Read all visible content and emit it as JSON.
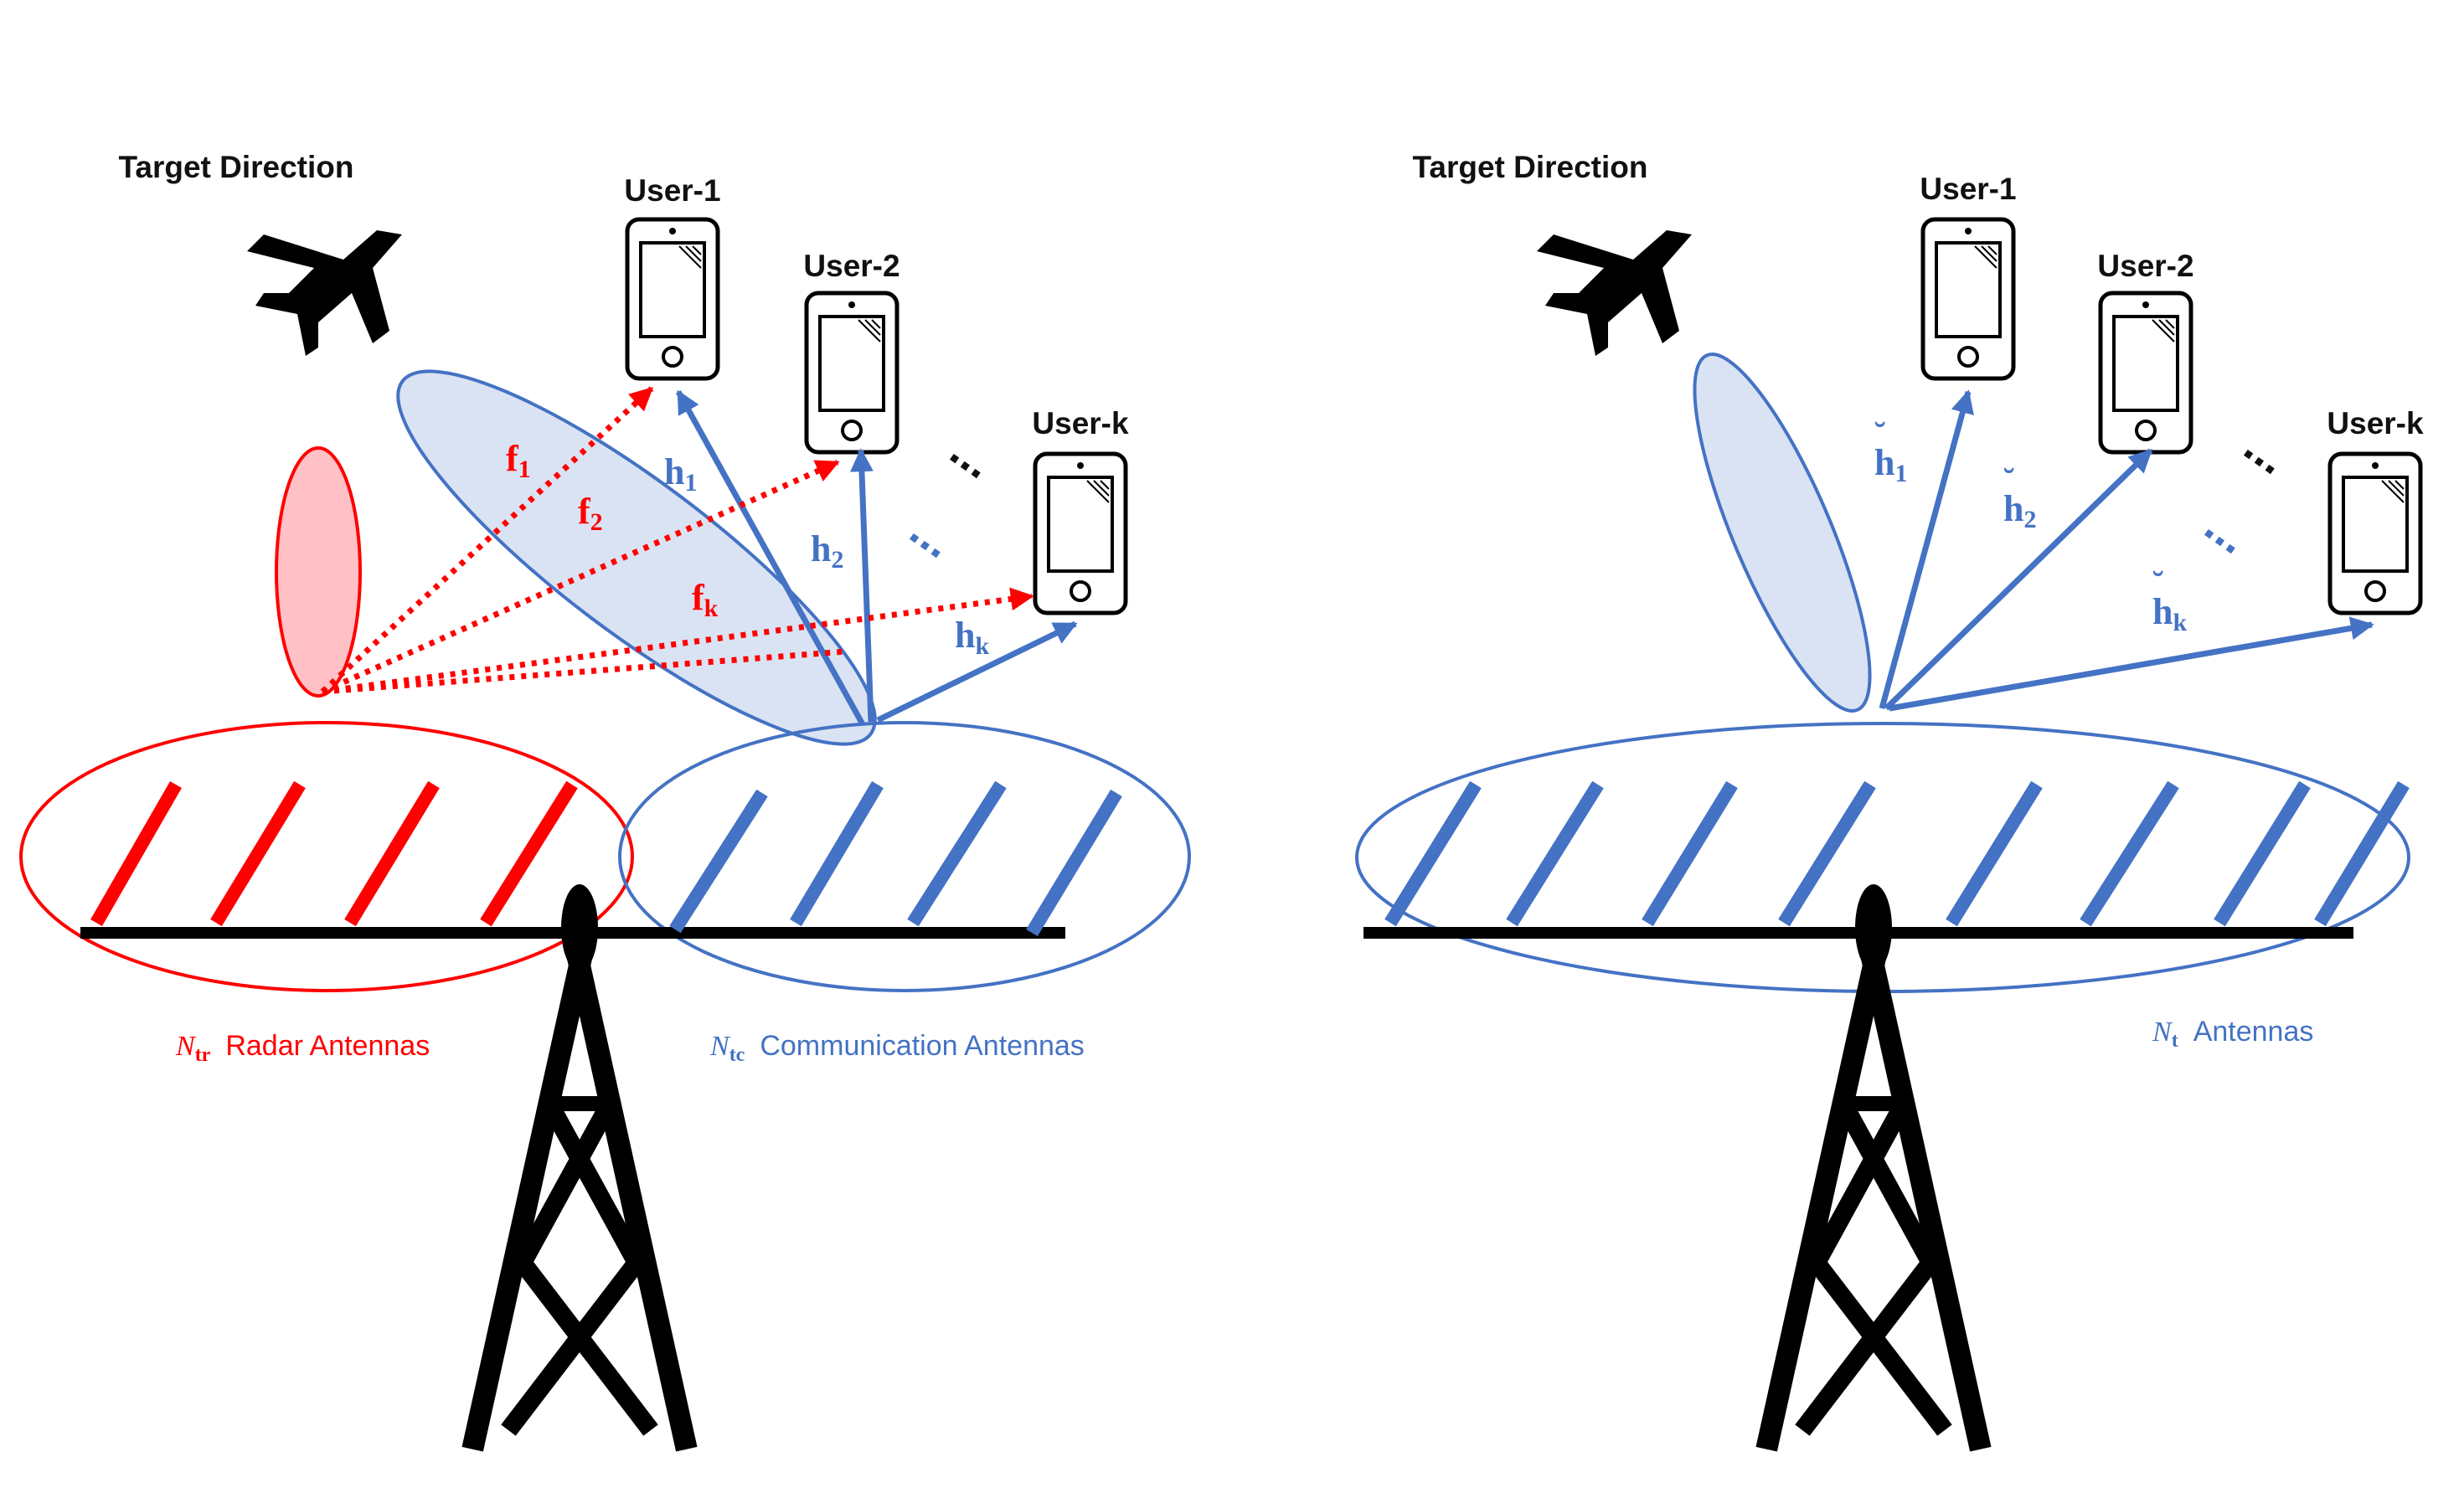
{
  "left_panel": {
    "target_label": "Target Direction",
    "users": [
      "User-1",
      "User-2",
      "User-k"
    ],
    "radar_precoders": [
      {
        "base": "f",
        "sub": "1"
      },
      {
        "base": "f",
        "sub": "2"
      },
      {
        "base": "f",
        "sub": "k"
      }
    ],
    "comm_channels": [
      {
        "base": "h",
        "sub": "1"
      },
      {
        "base": "h",
        "sub": "2"
      },
      {
        "base": "h",
        "sub": "k"
      }
    ],
    "radar_antennas": {
      "symbol": "N",
      "sub": "tr",
      "text": "Radar Antennas"
    },
    "comm_antennas": {
      "symbol": "N",
      "sub": "tc",
      "text": "Communication Antennas"
    }
  },
  "right_panel": {
    "target_label": "Target Direction",
    "users": [
      "User-1",
      "User-2",
      "User-k"
    ],
    "channels": [
      {
        "base": "h",
        "accent": "˘",
        "sub": "1"
      },
      {
        "base": "h",
        "accent": "˘",
        "sub": "2"
      },
      {
        "base": "h",
        "accent": "˘",
        "sub": "k"
      }
    ],
    "antennas": {
      "symbol": "N",
      "sub": "t",
      "text": "Antennas"
    }
  },
  "ellipsis": "...",
  "colors": {
    "radar": "#ff0000",
    "comm": "#4472c4",
    "beam_fill": "#dae3f3",
    "radar_beam_fill": "#ffc0c6",
    "ink": "#000000"
  }
}
